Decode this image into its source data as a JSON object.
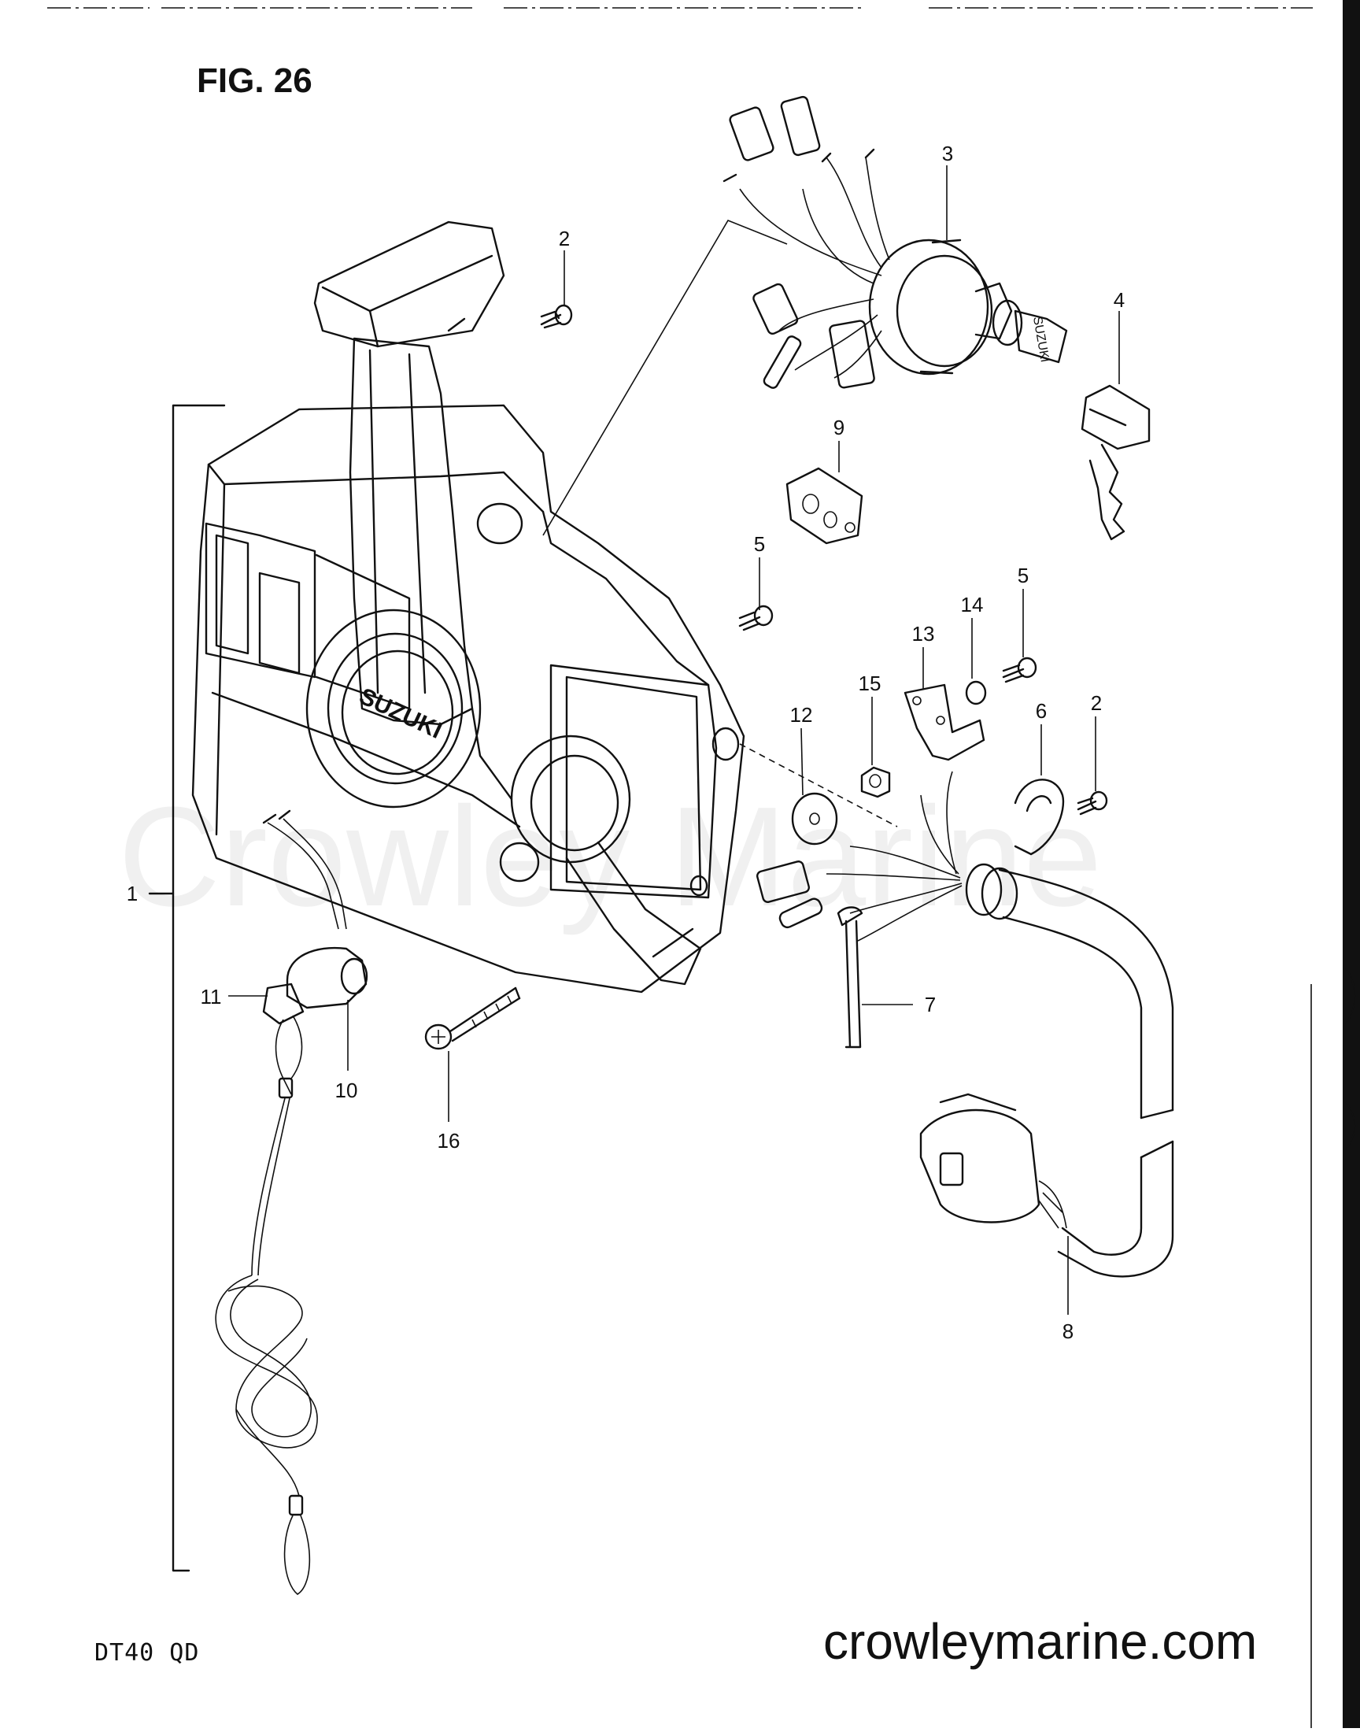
{
  "figure_label": "FIG. 26",
  "model_label": "DT40  QD",
  "website": "crowleymarine.com",
  "watermark": "Crowley Marine",
  "brand_marks": [
    "SUZUKI",
    "SUZUKI"
  ],
  "callouts": {
    "c1": "1",
    "c2a": "2",
    "c2b": "2",
    "c3": "3",
    "c4": "4",
    "c5a": "5",
    "c5b": "5",
    "c6": "6",
    "c7": "7",
    "c8": "8",
    "c9": "9",
    "c10": "10",
    "c11": "11",
    "c12": "12",
    "c13": "13",
    "c14": "14",
    "c15": "15",
    "c16": "16"
  },
  "colors": {
    "ink": "#111111",
    "background": "#ffffff",
    "watermark": "#e8e8e8"
  }
}
